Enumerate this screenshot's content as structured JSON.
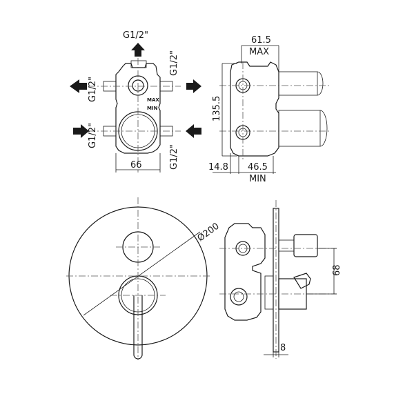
{
  "top_left_view": {
    "inlet_top_label": "G1/2\"",
    "left_upper_label": "G1/2\"",
    "right_upper_label": "G1/2\"",
    "left_lower_label": "G1/2\"",
    "right_lower_label": "G1/2\"",
    "width_dim": "66",
    "body_mark_upper": "MAX",
    "body_mark_lower": "MIN"
  },
  "top_right_view": {
    "depth_max_value": "61.5",
    "depth_max_label": "MAX",
    "height_dim": "135.5",
    "offset_dim": "14.8",
    "depth_min_value": "46.5",
    "depth_min_label": "MIN"
  },
  "bottom_left_view": {
    "diameter_dim": "Ø200"
  },
  "bottom_right_view": {
    "spacing_dim": "68",
    "plate_dim": "8"
  }
}
